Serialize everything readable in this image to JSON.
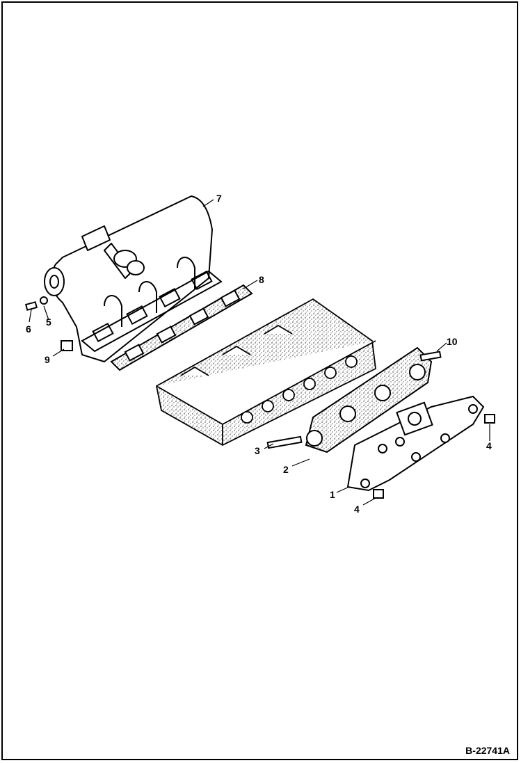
{
  "diagram": {
    "callouts": {
      "c1": "1",
      "c2": "2",
      "c3": "3",
      "c4a": "4",
      "c4b": "4",
      "c5": "5",
      "c6": "6",
      "c7": "7",
      "c8": "8",
      "c9": "9",
      "c10": "10"
    },
    "doc_id": "B-22741A"
  }
}
